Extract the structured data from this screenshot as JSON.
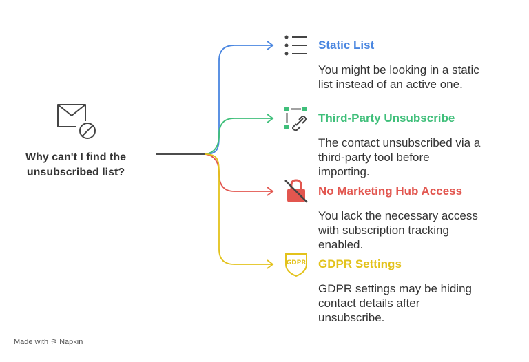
{
  "center": {
    "title_line1": "Why can't I find the",
    "title_line2": "unsubscribed list?",
    "icon": "mail-blocked-icon"
  },
  "items": [
    {
      "title": "Static List",
      "description_lines": [
        "You might be looking in a static",
        "list instead of an active one."
      ],
      "color": "#4a86e0",
      "icon": "list-icon"
    },
    {
      "title": "Third-Party Unsubscribe",
      "description_lines": [
        "The contact unsubscribed via a",
        "third-party tool before",
        "importing."
      ],
      "color": "#3fbf7a",
      "icon": "link-icon"
    },
    {
      "title": "No Marketing Hub Access",
      "description_lines": [
        "You lack the necessary access",
        "with subscription tracking",
        "enabled."
      ],
      "color": "#e2564f",
      "icon": "lock-slash-icon"
    },
    {
      "title": "GDPR Settings",
      "description_lines": [
        "GDPR settings may be hiding",
        "contact details after",
        "unsubscribe."
      ],
      "color": "#e3c21b",
      "icon": "gdpr-shield-icon"
    }
  ],
  "footer": {
    "text": "Made with ⚞ Napkin"
  }
}
